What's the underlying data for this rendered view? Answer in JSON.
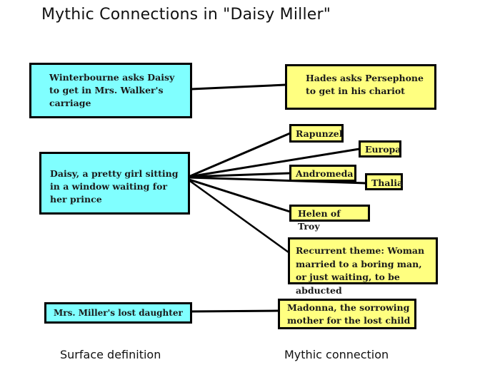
{
  "title": "Mythic Connections in \"Daisy Miller\"",
  "colors": {
    "surface_box": "#80ffff",
    "mythic_box": "#ffff80",
    "line": "#000000"
  },
  "surface_nodes": [
    {
      "id": "s1",
      "text": "Winterbourne asks Daisy to get in Mrs. Walker's carriage"
    },
    {
      "id": "s2",
      "text": "Daisy, a pretty girl sitting in a window waiting for her prince"
    },
    {
      "id": "s3",
      "text": "Mrs. Miller's lost daughter"
    }
  ],
  "mythic_nodes": [
    {
      "id": "m1",
      "text": "Hades asks Persephone to get in his chariot"
    },
    {
      "id": "m2",
      "text": "Rapunzel"
    },
    {
      "id": "m3",
      "text": "Europa"
    },
    {
      "id": "m4",
      "text": "Andromeda"
    },
    {
      "id": "m5",
      "text": "Thalia"
    },
    {
      "id": "m6",
      "text": "Helen of Troy"
    },
    {
      "id": "m7",
      "text": "Recurrent theme:  Woman married to a boring man, or just waiting, to be abducted"
    },
    {
      "id": "m8",
      "text": "Madonna, the sorrowing mother for the lost child"
    }
  ],
  "edges": [
    {
      "from": "s1",
      "to": "m1"
    },
    {
      "from": "s2",
      "to": "m2"
    },
    {
      "from": "s2",
      "to": "m3"
    },
    {
      "from": "s2",
      "to": "m4"
    },
    {
      "from": "s2",
      "to": "m5"
    },
    {
      "from": "s2",
      "to": "m6"
    },
    {
      "from": "s2",
      "to": "m7"
    },
    {
      "from": "s3",
      "to": "m8"
    }
  ],
  "footer": {
    "left_label": "Surface definition",
    "right_label": "Mythic connection"
  }
}
